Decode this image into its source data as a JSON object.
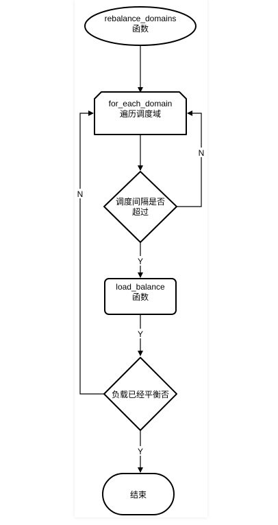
{
  "diagram": {
    "nodes": {
      "start": {
        "line1": "rebalance_domains",
        "line2": "函数"
      },
      "loop": {
        "line1": "for_each_domain",
        "line2": "遍历调度域"
      },
      "interval_check": {
        "line1": "调度间隔是否",
        "line2": "超过"
      },
      "load_balance": {
        "line1": "load_balance",
        "line2": "函数"
      },
      "balanced_check": {
        "line1": "负载已经平衡否"
      },
      "end": {
        "line1": "结束"
      }
    },
    "edges": {
      "interval_no": "N",
      "interval_yes": "Y",
      "load_balance_yes": "Y",
      "balanced_no": "N",
      "balanced_yes": "Y"
    }
  }
}
